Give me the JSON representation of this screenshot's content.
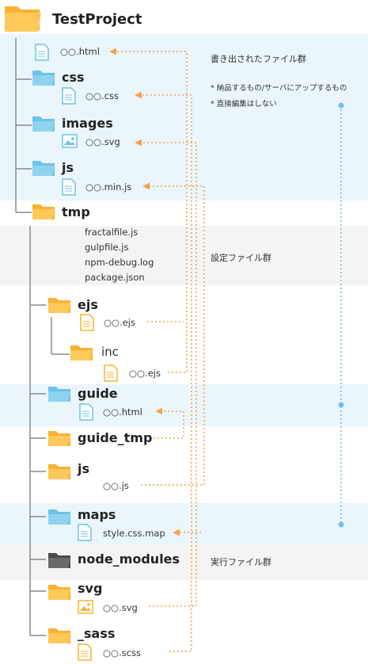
{
  "project": {
    "name": "TestProject"
  },
  "folders": {
    "css": "css",
    "images": "images",
    "js": "js",
    "tmp": "tmp",
    "ejs": "ejs",
    "inc": "inc",
    "guide": "guide",
    "guide_tmp": "guide_tmp",
    "tmp_js": "js",
    "maps": "maps",
    "node_modules": "node_modules",
    "svg": "svg",
    "sass": "_sass"
  },
  "files": {
    "root_html": "○○.html",
    "css_file": "○○.css",
    "svg_file": "○○.svg",
    "min_js": "○○.min.js",
    "fractalfile": "fractalfile.js",
    "gulpfile": "gulpfile.js",
    "npm_debug": "npm-debug.log",
    "package_json": "package.json",
    "ejs_file": "○○.ejs",
    "inc_ejs": "○○.ejs",
    "guide_html": "○○.html",
    "tmp_js_file": "○○.js",
    "map_file": "style.css.map",
    "tmp_svg_file": "○○.svg",
    "scss_file": "○○.scss"
  },
  "notes": {
    "output_group": "書き出されたファイル群",
    "note1": "* 納品するもの/サーバにアップするもの",
    "note2": "* 直接編集はしない",
    "config_group": "設定ファイル群",
    "exec_group": "実行ファイル群"
  },
  "colors": {
    "folder_orange": "#f9b233",
    "folder_blue": "#6cc3e8",
    "folder_dark": "#4a4a4a",
    "file_orange": "#f9b233",
    "file_blue": "#6cc3e8",
    "arrow_orange": "#f5a04a",
    "bracket_blue": "#6cc3e8",
    "tree_line": "#8a8a8a",
    "band_blue": "#eaf6fb",
    "band_gray": "#f4f4f4"
  }
}
